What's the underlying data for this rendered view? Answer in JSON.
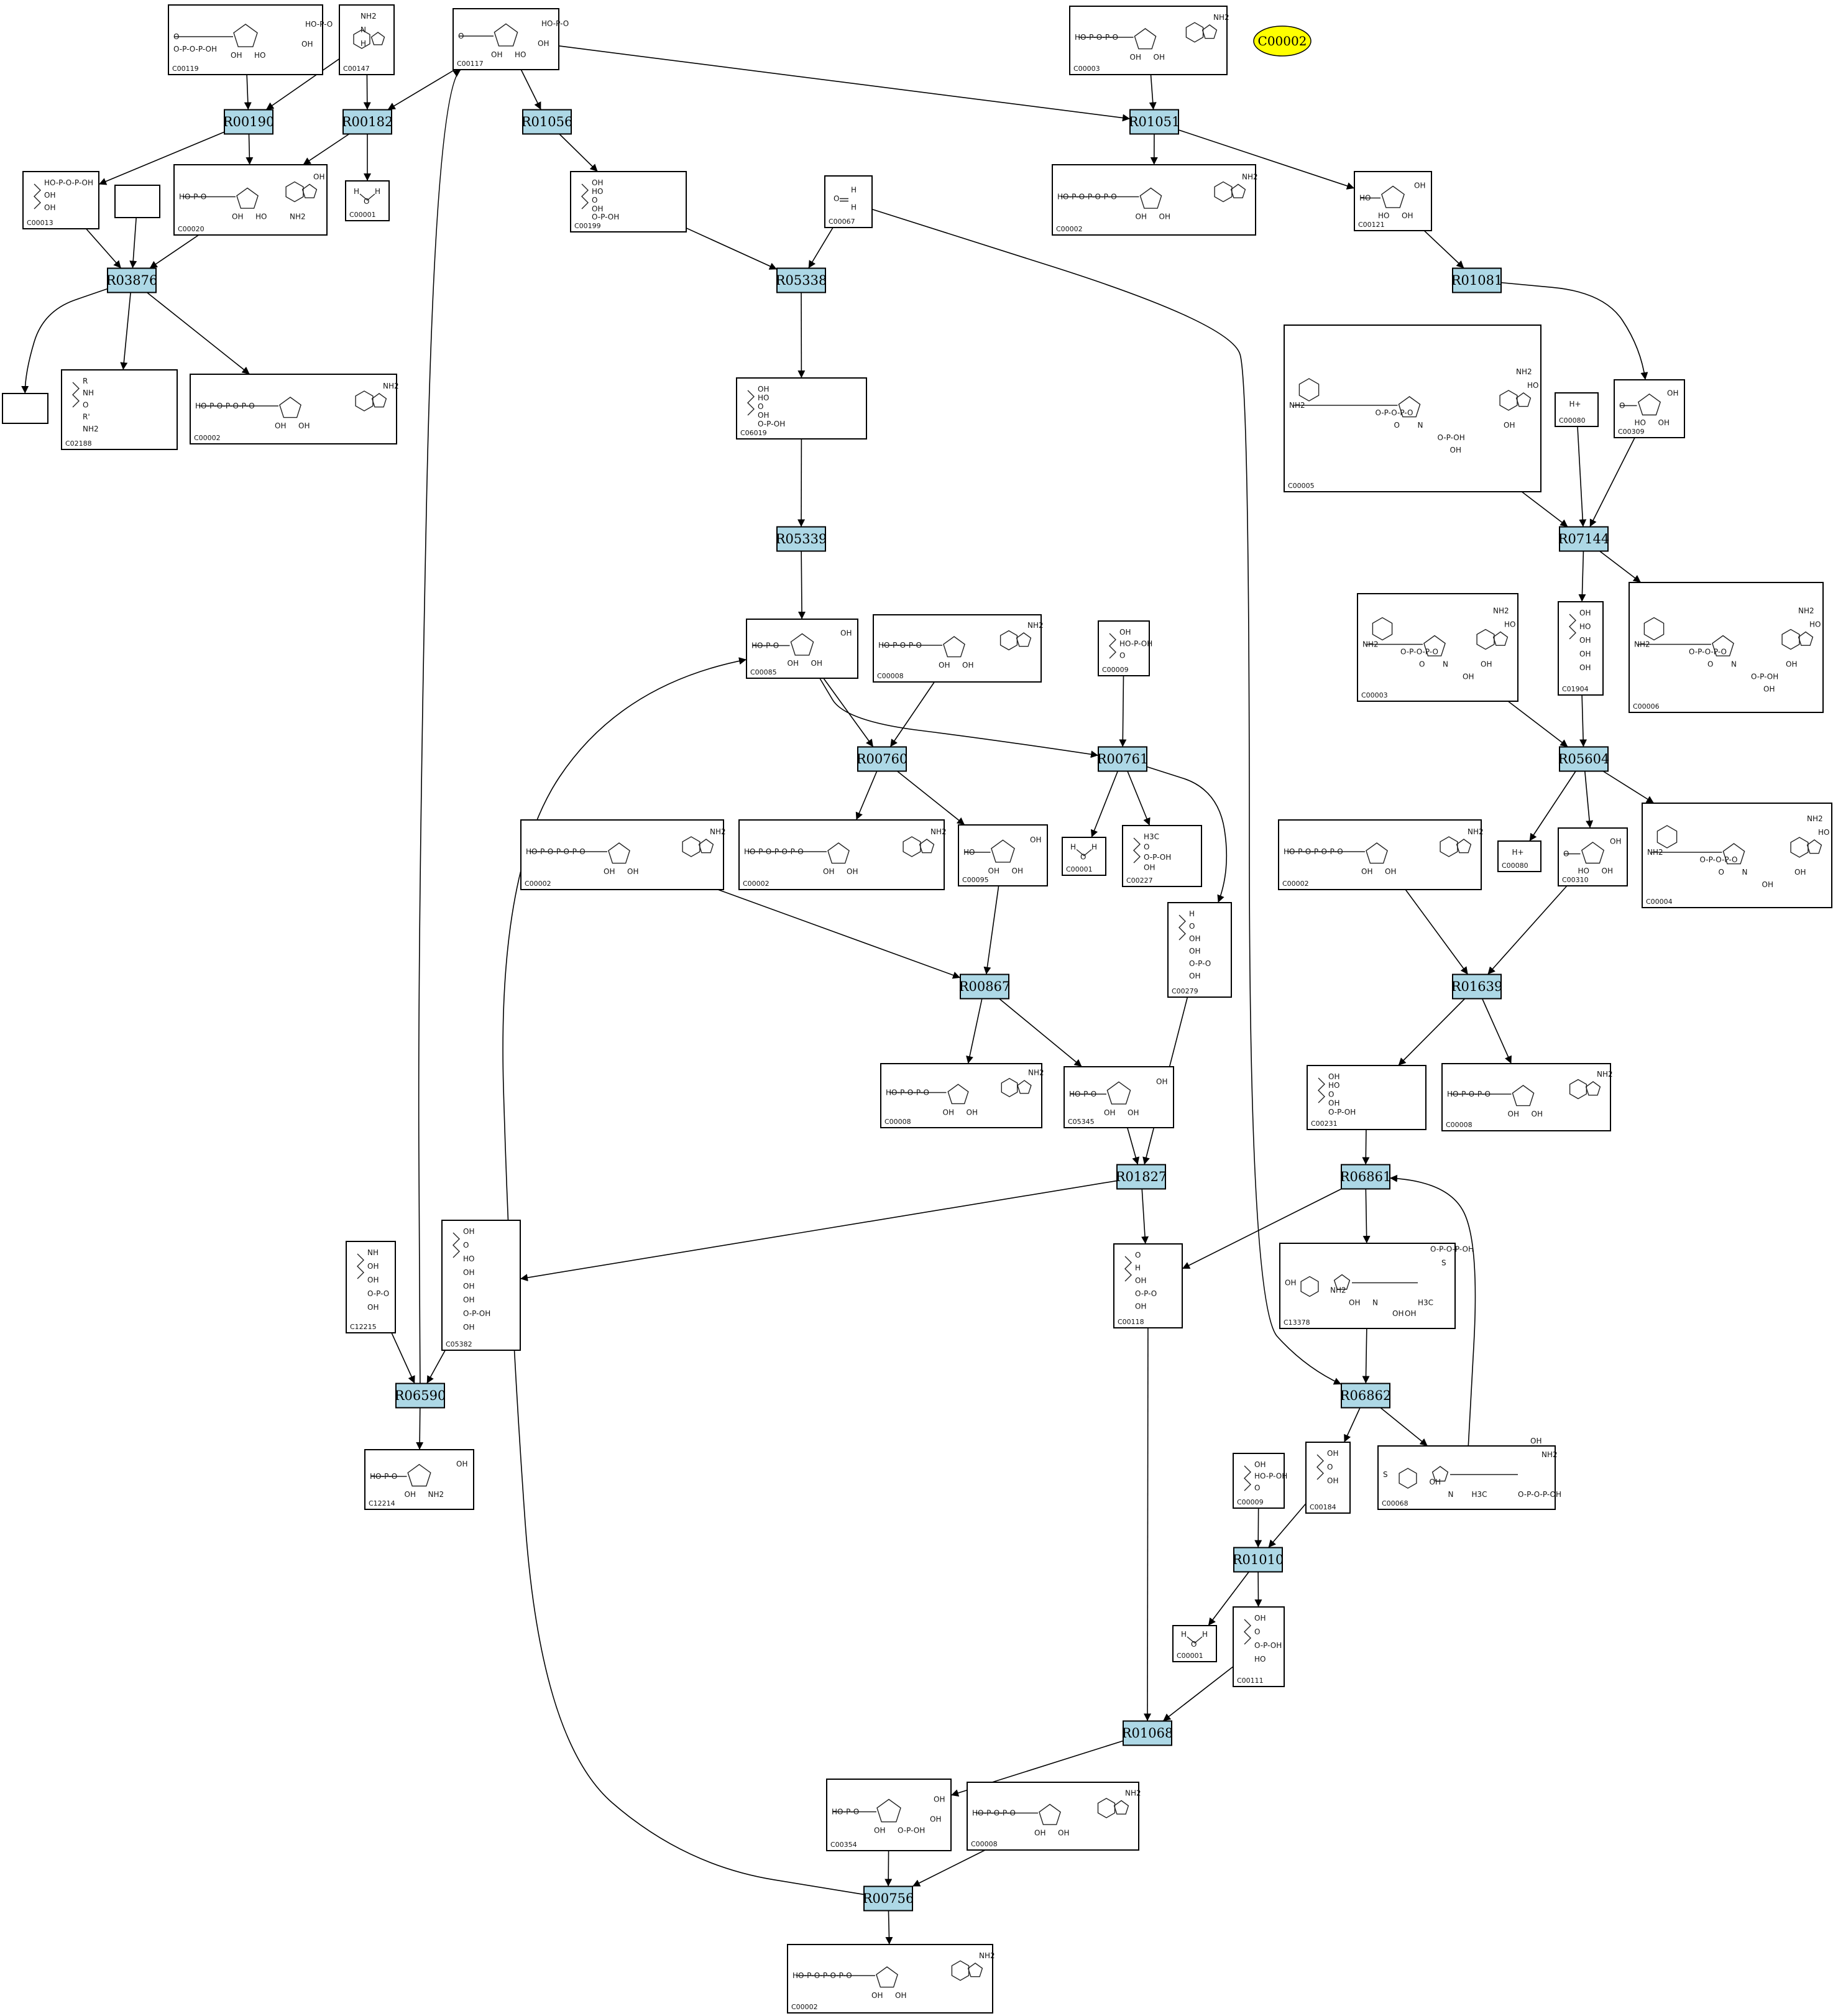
{
  "highlight": {
    "label": "C00002",
    "color": "#ffff00"
  },
  "colors": {
    "reaction_fill": "#add8e6",
    "compound_fill": "#ffffff",
    "line": "#000000"
  },
  "reactions": [
    {
      "id": "R00190",
      "label": "R00190"
    },
    {
      "id": "R00182",
      "label": "R00182"
    },
    {
      "id": "R01056",
      "label": "R01056"
    },
    {
      "id": "R01051",
      "label": "R01051"
    },
    {
      "id": "R03876",
      "label": "R03876"
    },
    {
      "id": "R05338",
      "label": "R05338"
    },
    {
      "id": "R01081",
      "label": "R01081"
    },
    {
      "id": "R05339",
      "label": "R05339"
    },
    {
      "id": "R07144",
      "label": "R07144"
    },
    {
      "id": "R00760",
      "label": "R00760"
    },
    {
      "id": "R00761",
      "label": "R00761"
    },
    {
      "id": "R05604",
      "label": "R05604"
    },
    {
      "id": "R00867",
      "label": "R00867"
    },
    {
      "id": "R01639",
      "label": "R01639"
    },
    {
      "id": "R01827",
      "label": "R01827"
    },
    {
      "id": "R06861",
      "label": "R06861"
    },
    {
      "id": "R06590",
      "label": "R06590"
    },
    {
      "id": "R06862",
      "label": "R06862"
    },
    {
      "id": "R01010",
      "label": "R01010"
    },
    {
      "id": "R01068",
      "label": "R01068"
    },
    {
      "id": "R00756",
      "label": "R00756"
    }
  ],
  "compounds": [
    {
      "key": "c00119",
      "label": "C00119",
      "kind": "ring",
      "atoms": [
        "O",
        "HO-P-O",
        "OH",
        "HO",
        "OH",
        "O-P-O-P-OH"
      ]
    },
    {
      "key": "c00147",
      "label": "C00147",
      "kind": "purine",
      "atoms": [
        "NH2",
        "N",
        "H"
      ]
    },
    {
      "key": "c00117",
      "label": "C00117",
      "kind": "ring",
      "atoms": [
        "O",
        "HO-P-O",
        "OH",
        "HO",
        "OH"
      ]
    },
    {
      "key": "c00003a",
      "label": "C00003",
      "kind": "nucleotide",
      "atoms": [
        "HO-P-O-P-O",
        "OH",
        "OH",
        "NH2"
      ]
    },
    {
      "key": "c00013",
      "label": "C00013",
      "kind": "chain",
      "atoms": [
        "HO-P-O-P-OH",
        "OH",
        "OH"
      ]
    },
    {
      "key": "c00020",
      "label": "C00020",
      "kind": "nucleotide",
      "atoms": [
        "HO-P-O",
        "OH",
        "HO",
        "OH",
        "NH2"
      ]
    },
    {
      "key": "c00001a",
      "label": "C00001",
      "kind": "water",
      "atoms": [
        "H",
        "O",
        "H"
      ]
    },
    {
      "key": "c00199",
      "label": "C00199",
      "kind": "chain",
      "atoms": [
        "OH",
        "HO",
        "O",
        "OH",
        "O-P-OH"
      ]
    },
    {
      "key": "c00067",
      "label": "C00067",
      "kind": "formaldehyde",
      "atoms": [
        "O",
        "H",
        "H"
      ]
    },
    {
      "key": "c00002a",
      "label": "C00002",
      "kind": "nucleotide",
      "atoms": [
        "HO-P-O-P-O-P-O",
        "OH",
        "OH",
        "NH2"
      ]
    },
    {
      "key": "c00121",
      "label": "C00121",
      "kind": "ring",
      "atoms": [
        "HO",
        "OH",
        "HO",
        "OH"
      ]
    },
    {
      "key": "blank1",
      "label": "",
      "kind": "blank",
      "atoms": []
    },
    {
      "key": "blank2",
      "label": "",
      "kind": "blank",
      "atoms": []
    },
    {
      "key": "c02188",
      "label": "C02188",
      "kind": "chain",
      "atoms": [
        "R",
        "NH",
        "O",
        "R'",
        "NH2"
      ]
    },
    {
      "key": "c00002b",
      "label": "C00002",
      "kind": "nucleotide",
      "atoms": [
        "HO-P-O-P-O-P-O",
        "OH",
        "OH",
        "NH2"
      ]
    },
    {
      "key": "c06019",
      "label": "C06019",
      "kind": "chain",
      "atoms": [
        "OH",
        "HO",
        "O",
        "OH",
        "O-P-OH"
      ]
    },
    {
      "key": "c00005",
      "label": "C00005",
      "kind": "nadph",
      "atoms": [
        "NH2",
        "O",
        "N",
        "HO",
        "OH",
        "O-P-O-P-O",
        "NH2",
        "O-P-OH",
        "OH"
      ]
    },
    {
      "key": "c00080a",
      "label": "C00080",
      "kind": "proton",
      "atoms": [
        "H+"
      ]
    },
    {
      "key": "c00309",
      "label": "C00309",
      "kind": "ring",
      "atoms": [
        "O",
        "OH",
        "HO",
        "OH"
      ]
    },
    {
      "key": "c00085",
      "label": "C00085",
      "kind": "ring",
      "atoms": [
        "HO-P-O",
        "OH",
        "OH",
        "OH"
      ]
    },
    {
      "key": "c00008",
      "label": "C00008",
      "kind": "nucleotide",
      "atoms": [
        "HO-P-O-P-O",
        "OH",
        "OH",
        "NH2"
      ]
    },
    {
      "key": "c00009a",
      "label": "C00009",
      "kind": "phosphate",
      "atoms": [
        "OH",
        "HO-P-OH",
        "O"
      ]
    },
    {
      "key": "c00003b",
      "label": "C00003",
      "kind": "nadph",
      "atoms": [
        "NH2",
        "O",
        "N",
        "HO",
        "OH",
        "O-P-O-P-O",
        "NH2",
        "OH"
      ]
    },
    {
      "key": "c01904",
      "label": "C01904",
      "kind": "chain",
      "atoms": [
        "OH",
        "HO",
        "OH",
        "OH",
        "OH"
      ]
    },
    {
      "key": "c00006",
      "label": "C00006",
      "kind": "nadph",
      "atoms": [
        "NH2",
        "O",
        "N",
        "HO",
        "OH",
        "O-P-O-P-O",
        "NH2",
        "O-P-OH",
        "OH"
      ]
    },
    {
      "key": "c00002c",
      "label": "C00002",
      "kind": "nucleotide",
      "atoms": [
        "HO-P-O-P-O-P-O",
        "OH",
        "OH",
        "NH2"
      ]
    },
    {
      "key": "c00002d",
      "label": "C00002",
      "kind": "nucleotide",
      "atoms": [
        "HO-P-O-P-O-P-O",
        "OH",
        "OH",
        "NH2"
      ]
    },
    {
      "key": "c00095",
      "label": "C00095",
      "kind": "ring",
      "atoms": [
        "HO",
        "OH",
        "OH",
        "OH"
      ]
    },
    {
      "key": "c00001b",
      "label": "C00001",
      "kind": "water",
      "atoms": [
        "H",
        "O",
        "H"
      ]
    },
    {
      "key": "c00227",
      "label": "C00227",
      "kind": "chain",
      "atoms": [
        "H3C",
        "O",
        "O-P-OH",
        "OH"
      ]
    },
    {
      "key": "c00002e",
      "label": "C00002",
      "kind": "nucleotide",
      "atoms": [
        "HO-P-O-P-O-P-O",
        "OH",
        "OH",
        "NH2"
      ]
    },
    {
      "key": "c00080b",
      "label": "C00080",
      "kind": "proton",
      "atoms": [
        "H+"
      ]
    },
    {
      "key": "c00310",
      "label": "C00310",
      "kind": "ring",
      "atoms": [
        "O",
        "OH",
        "HO",
        "OH"
      ]
    },
    {
      "key": "c00004",
      "label": "C00004",
      "kind": "nadph",
      "atoms": [
        "NH2",
        "O",
        "N",
        "HO",
        "OH",
        "O-P-O-P-O",
        "NH2",
        "OH"
      ]
    },
    {
      "key": "c00279",
      "label": "C00279",
      "kind": "chain",
      "atoms": [
        "H",
        "O",
        "OH",
        "OH",
        "O-P-O",
        "OH"
      ]
    },
    {
      "key": "c00008b",
      "label": "C00008",
      "kind": "nucleotide",
      "atoms": [
        "HO-P-O-P-O",
        "OH",
        "OH",
        "NH2"
      ]
    },
    {
      "key": "c05345",
      "label": "C05345",
      "kind": "ring",
      "atoms": [
        "HO-P-O",
        "OH",
        "OH",
        "OH"
      ]
    },
    {
      "key": "c00231",
      "label": "C00231",
      "kind": "chain",
      "atoms": [
        "OH",
        "HO",
        "O",
        "OH",
        "O-P-OH"
      ]
    },
    {
      "key": "c00008c",
      "label": "C00008",
      "kind": "nucleotide",
      "atoms": [
        "HO-P-O-P-O",
        "OH",
        "OH",
        "NH2"
      ]
    },
    {
      "key": "c12215",
      "label": "C12215",
      "kind": "chain",
      "atoms": [
        "NH",
        "OH",
        "OH",
        "O-P-O",
        "OH"
      ]
    },
    {
      "key": "c05382",
      "label": "C05382",
      "kind": "chain",
      "atoms": [
        "OH",
        "O",
        "HO",
        "OH",
        "OH",
        "OH",
        "O-P-OH",
        "OH"
      ]
    },
    {
      "key": "c00118",
      "label": "C00118",
      "kind": "chain",
      "atoms": [
        "O",
        "H",
        "OH",
        "O-P-O",
        "OH"
      ]
    },
    {
      "key": "c13378",
      "label": "C13378",
      "kind": "thiamine",
      "atoms": [
        "OH",
        "OH",
        "N",
        "S",
        "H3C",
        "NH2",
        "O-P-O-P-OH",
        "OH",
        "OH"
      ]
    },
    {
      "key": "c12214",
      "label": "C12214",
      "kind": "ring",
      "atoms": [
        "HO-P-O",
        "OH",
        "OH",
        "NH2"
      ]
    },
    {
      "key": "c00009b",
      "label": "C00009",
      "kind": "phosphate",
      "atoms": [
        "OH",
        "HO-P-OH",
        "O"
      ]
    },
    {
      "key": "c00184",
      "label": "C00184",
      "kind": "chain",
      "atoms": [
        "OH",
        "O",
        "OH"
      ]
    },
    {
      "key": "c00068",
      "label": "C00068",
      "kind": "thiamine",
      "atoms": [
        "S",
        "N",
        "H3C",
        "NH2",
        "O-P-O-P-OH",
        "OH",
        "OH"
      ]
    },
    {
      "key": "c00001c",
      "label": "C00001",
      "kind": "water",
      "atoms": [
        "H",
        "O",
        "H"
      ]
    },
    {
      "key": "c00111",
      "label": "C00111",
      "kind": "chain",
      "atoms": [
        "OH",
        "O",
        "O-P-OH",
        "HO"
      ]
    },
    {
      "key": "c00354",
      "label": "C00354",
      "kind": "ring",
      "atoms": [
        "HO-P-O",
        "OH",
        "OH",
        "O-P-OH",
        "OH"
      ]
    },
    {
      "key": "c00008d",
      "label": "C00008",
      "kind": "nucleotide",
      "atoms": [
        "HO-P-O-P-O",
        "OH",
        "OH",
        "NH2"
      ]
    },
    {
      "key": "c00002f",
      "label": "C00002",
      "kind": "nucleotide",
      "atoms": [
        "HO-P-O-P-O-P-O",
        "OH",
        "OH",
        "NH2"
      ]
    }
  ]
}
